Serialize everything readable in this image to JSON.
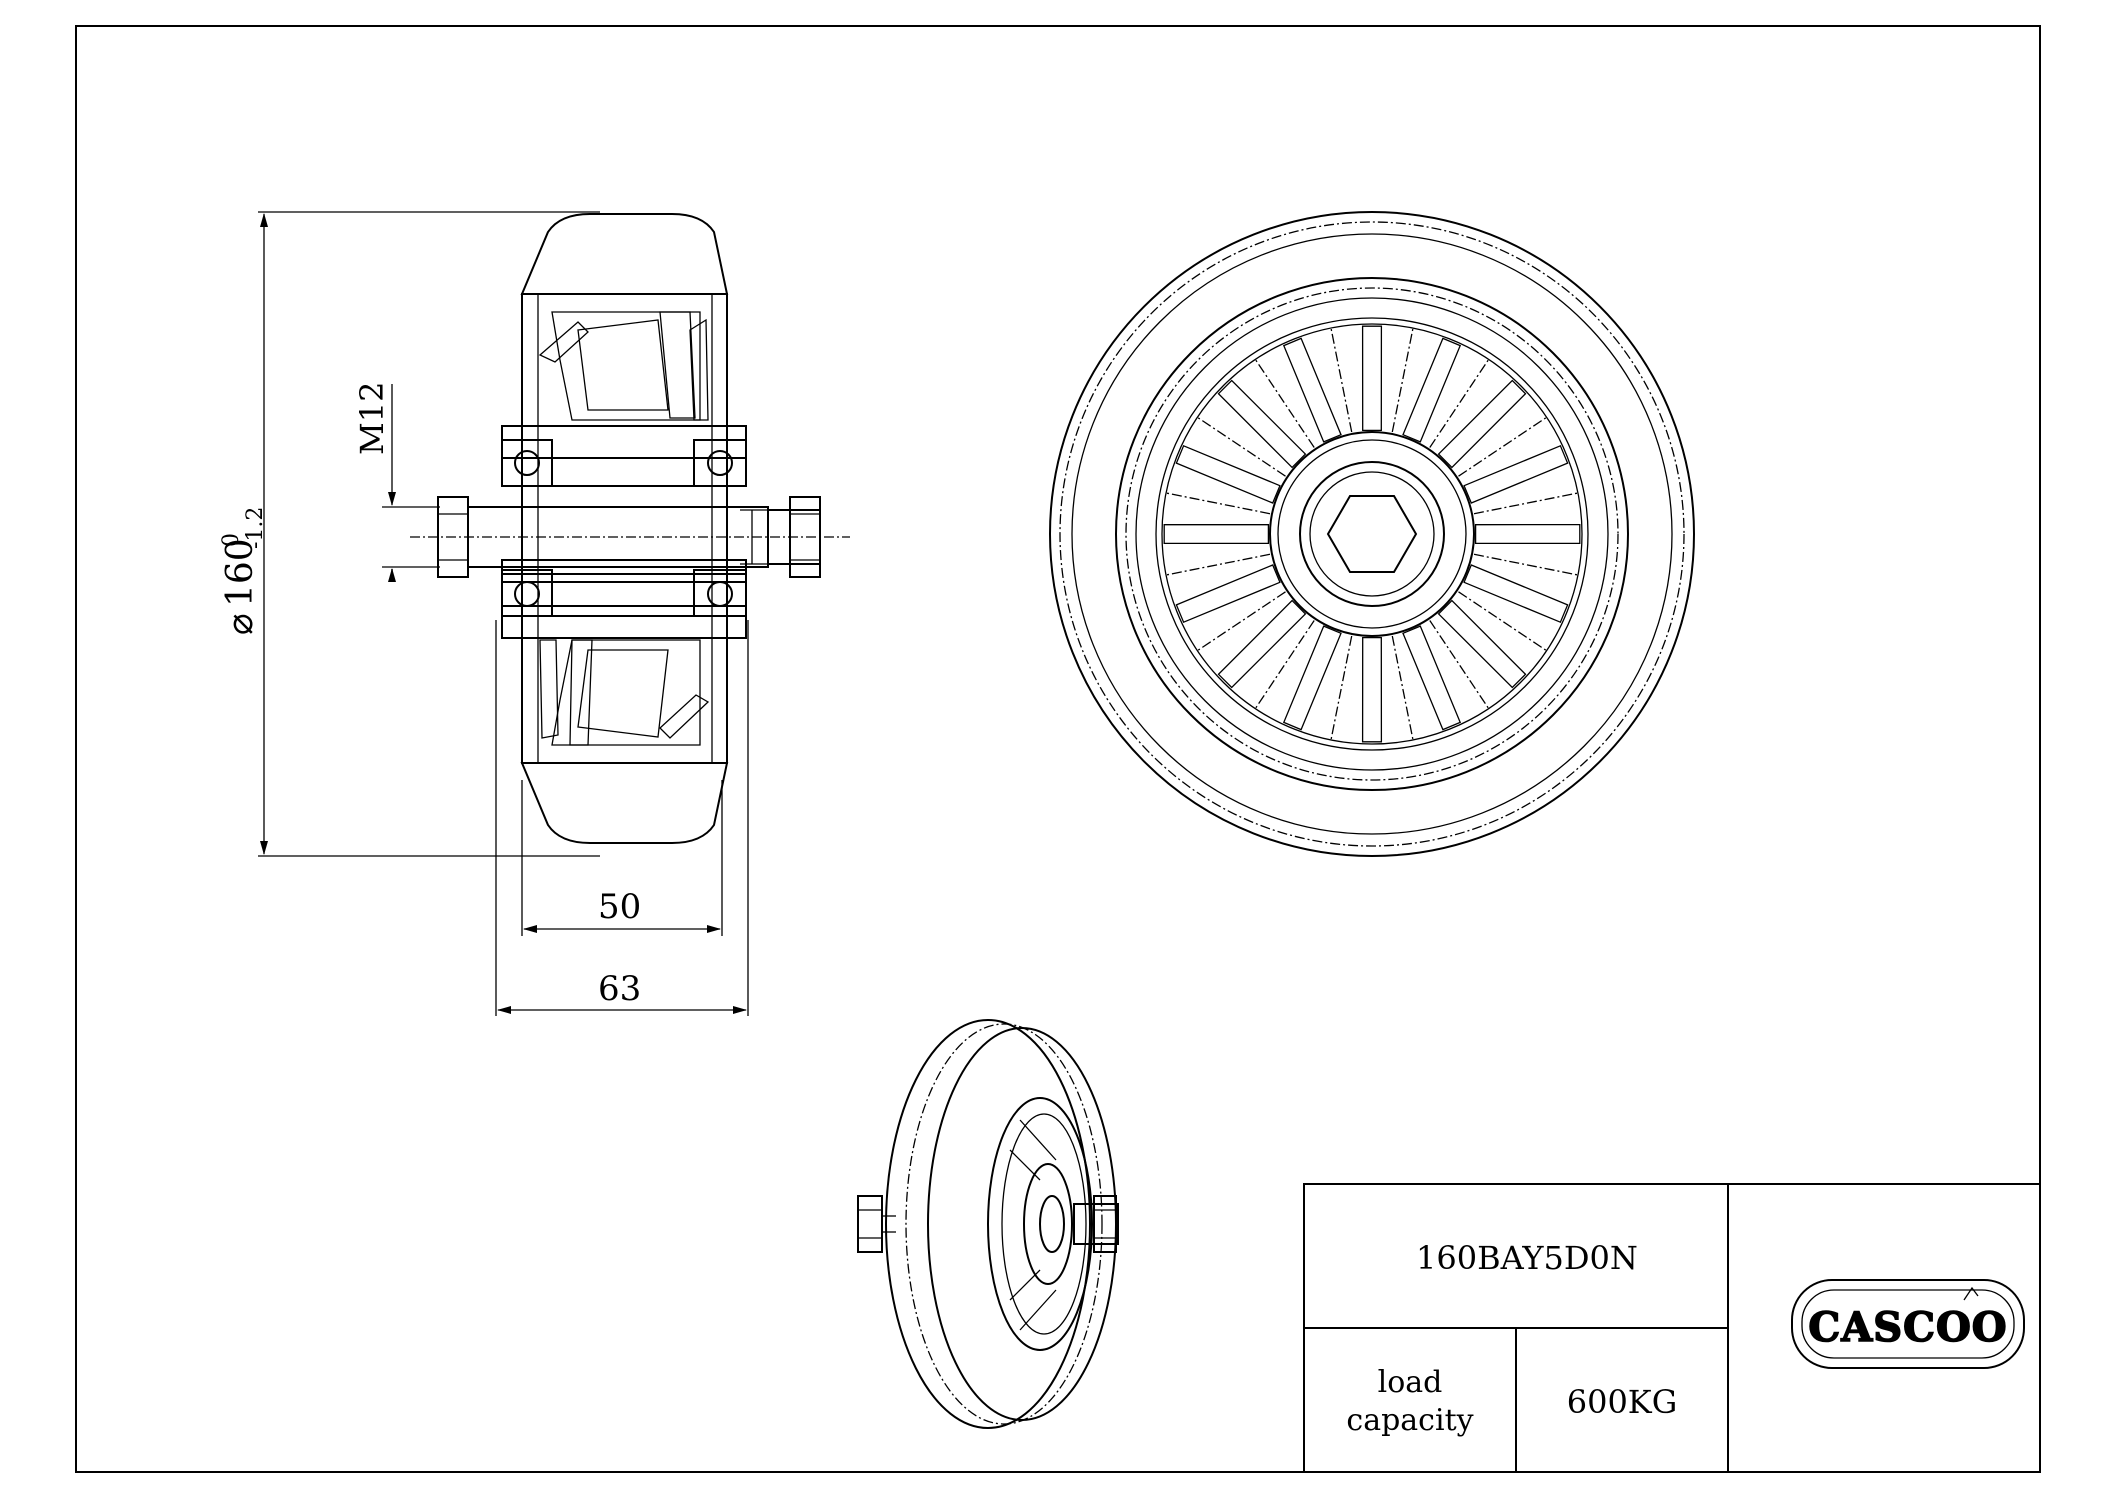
{
  "drawing": {
    "dimensions": {
      "diameter_symbol": "⌀",
      "diameter_value": "160",
      "diameter_upper_tol": "0",
      "diameter_lower_tol": "-1.2",
      "thread": "M12",
      "width_inner": "50",
      "width_outer": "63"
    }
  },
  "title_block": {
    "part_number": "160BAY5D0N",
    "load_label_line1": "load",
    "load_label_line2": "capacity",
    "load_value": "600KG"
  },
  "logo": {
    "text": "CASCOO"
  }
}
